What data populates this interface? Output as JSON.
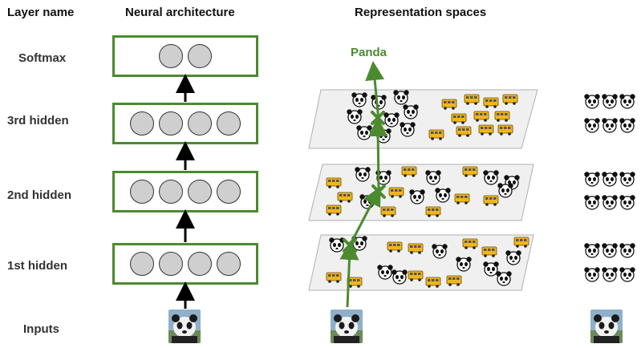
{
  "headers": {
    "layer_name": "Layer name",
    "architecture": "Neural architecture",
    "representation": "Representation spaces"
  },
  "layers": [
    {
      "name": "Softmax",
      "neurons": 2
    },
    {
      "name": "3rd hidden",
      "neurons": 4
    },
    {
      "name": "2nd hidden",
      "neurons": 4
    },
    {
      "name": "1st hidden",
      "neurons": 4
    },
    {
      "name": "Inputs",
      "neurons": 0
    }
  ],
  "prediction_label": "Panda",
  "colors": {
    "accent": "#4c8a2f",
    "neuron": "#cfcfcf",
    "plane": "#f0f0f0",
    "plane_border": "#b0b0b0"
  },
  "icons": {
    "panda": "panda-icon",
    "bus": "school-bus-icon",
    "input": "panda-photo"
  }
}
